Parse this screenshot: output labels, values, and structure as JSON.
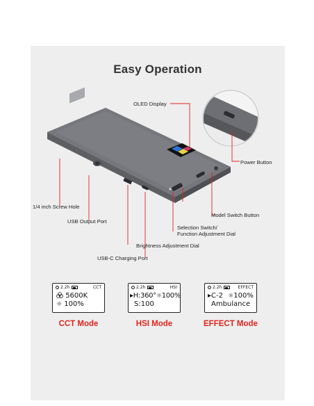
{
  "title": "Easy Operation",
  "labels": {
    "oled_display": "OLED Display",
    "power_button": "Power Button",
    "screw_hole": "1/4 inch Screw Hole",
    "model_switch": "Model Switch Button",
    "usb_output": "USB Output Port",
    "selection_switch_line1": "Selection Switch/",
    "selection_switch_line2": "Function Adjustment Dial",
    "brightness_dial": "Brightness Adjustment Dial",
    "usbc_charging": "USB-C Charging Port"
  },
  "screens": [
    {
      "time": "2.2h",
      "mode": "CCT",
      "line1_icon": "rgb-circles-icon",
      "line1": "5600K",
      "line2_icon": "sun-icon",
      "line2": "100%"
    },
    {
      "time": "2.2h",
      "mode": "HSI",
      "line1": "▸H:360°",
      "line1b": "100%",
      "line1b_icon": "sun-icon",
      "line2": "S:100"
    },
    {
      "time": "2.2h",
      "mode": "EFFECT",
      "line1": "▸C-2",
      "line1b": "100%",
      "line1b_icon": "sun-icon",
      "line2": "Ambulance"
    }
  ],
  "mode_labels": [
    "CCT Mode",
    "HSI Mode",
    "EFFECT Mode"
  ],
  "colors": {
    "accent": "#e2231a",
    "device_body": "#6f7176",
    "panel_bg": "#eeeeef",
    "leader_line": "#e2231a"
  }
}
